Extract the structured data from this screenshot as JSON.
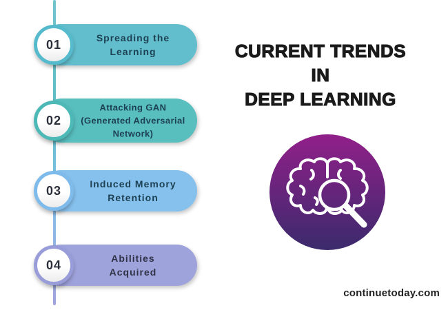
{
  "page": {
    "background": "#ffffff"
  },
  "header": {
    "title": "CURRENT TRENDS\nIN\nDEEP LEARNING",
    "title_color": "#1a1a1a"
  },
  "timeline": {
    "line_colors": [
      "#73c3cf",
      "#5dbec3",
      "#85bee9",
      "#a0a4dc"
    ],
    "number_color": "#2b2f3a",
    "items": [
      {
        "number": "01",
        "label": "Spreading the\nLearning",
        "pill_color": "#62becd",
        "ring_color": "#55bacb",
        "text_color": "#1d4153"
      },
      {
        "number": "02",
        "label": "Attacking GAN\n(Generated Adversarial\nNetwork)",
        "pill_color": "#58bebe",
        "ring_color": "#4cb9b6",
        "text_color": "#1d4153"
      },
      {
        "number": "03",
        "label": "Induced Memory\nRetention",
        "pill_color": "#86c1ee",
        "ring_color": "#7ebbeb",
        "text_color": "#1d4153"
      },
      {
        "number": "04",
        "label": "Abilities\nAcquired",
        "pill_color": "#9fa3dc",
        "ring_color": "#989cd8",
        "text_color": "#2f3246"
      }
    ]
  },
  "badge": {
    "icon": "brain-magnifier-icon",
    "gradient_top": "#91208a",
    "gradient_bottom": "#3b2a6c",
    "icon_color": "#ffffff"
  },
  "footer": {
    "website": "continuetoday.com",
    "color": "#222222"
  }
}
